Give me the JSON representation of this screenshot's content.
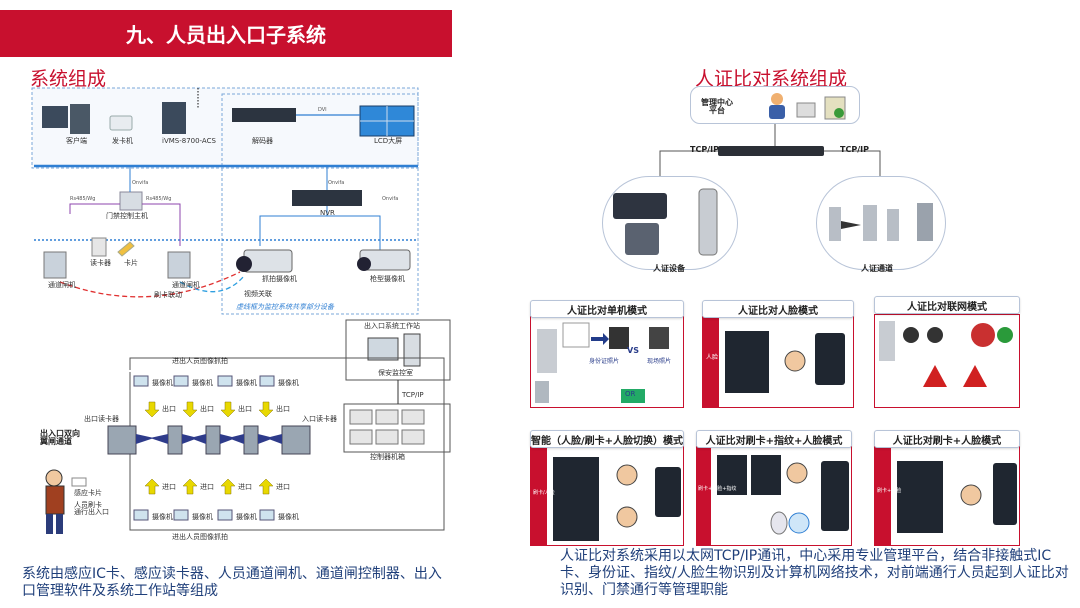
{
  "header": {
    "title": "九、人员出入口子系统"
  },
  "left": {
    "section_title": "系统组成",
    "top_diagram": {
      "client": "客户端",
      "card_issuer": "发卡机",
      "server": "iVMS-8700-ACS",
      "decoder": "解码器",
      "lcd": "LCD大屏",
      "nvr": "NVR",
      "door_ctrl": "门禁控制主机",
      "gate_left": "通道闸机",
      "reader": "读卡器",
      "card": "卡片",
      "gate_right": "通道闸机",
      "cam_left": "抓拍摄像机",
      "cam_right": "枪型摄像机",
      "swipe_link": "刷卡联动",
      "video_link": "视频关联",
      "note": "虚线框为监控系统共享部分设备",
      "tag_onvif1": "Onvifa",
      "tag_onvif2": "Onvifa",
      "tag_onvif3": "Onvifa",
      "tag_rs485": "Rs485/Wg",
      "tag_rs485b": "Rs485/Wg",
      "tag_dvi": "DVI"
    },
    "bottom_diagram": {
      "capture_in": "进出人员图像抓拍",
      "capture_out": "进出人员图像抓拍",
      "workstation": "出入口系统工作站",
      "security_room": "保安监控室",
      "tcpip": "TCP/IP",
      "controller_box": "控制器机箱",
      "gate_label": "出入口双向\n翼闸通道",
      "card_person": "感应卡片",
      "person_note": "人员刷卡\n通行出入口",
      "reader_out": "出口读卡器",
      "reader_in": "入口读卡器",
      "camera": "摄像机",
      "exit": "出口",
      "entry": "进口"
    },
    "caption": "系统由感应IC卡、感应读卡器、人员通道闸机、通道闸控制器、出入口管理软件及系统工作站等组成"
  },
  "right": {
    "section_title": "人证比对系统组成",
    "mgmt_label": "管理中心\n平台",
    "tcpip_left": "TCP/IP",
    "tcpip_right": "TCP/IP",
    "device_left": "人证设备",
    "device_right": "人证通道",
    "modes": [
      {
        "title": "人证比对单机模式"
      },
      {
        "title": "人证比对人脸模式"
      },
      {
        "title": "人证比对联网模式"
      },
      {
        "title": "智能（人脸/刷卡+人脸切换）模式"
      },
      {
        "title": "人证比对刷卡+指纹+人脸模式"
      },
      {
        "title": "人证比对刷卡+人脸模式"
      }
    ],
    "vs": "VS",
    "or": "OR",
    "id_photo": "身份证照片",
    "live_photo": "现场照片",
    "side_face": "人脸",
    "side_swipe": "刷卡/人脸",
    "side_combo": "刷卡+人脸+指纹",
    "side_card_face": "刷卡+人脸",
    "caption": "人证比对系统采用以太网TCP/IP通讯，中心采用专业管理平台，结合非接触式IC卡、身份证、指纹/人脸生物识别及计算机网络技术，对前端通行人员起到人证比对识别、门禁通行等管理职能"
  },
  "colors": {
    "brand_red": "#c8102e",
    "caption_blue": "#1f3f7a",
    "line_blue": "#2f7fd3"
  }
}
